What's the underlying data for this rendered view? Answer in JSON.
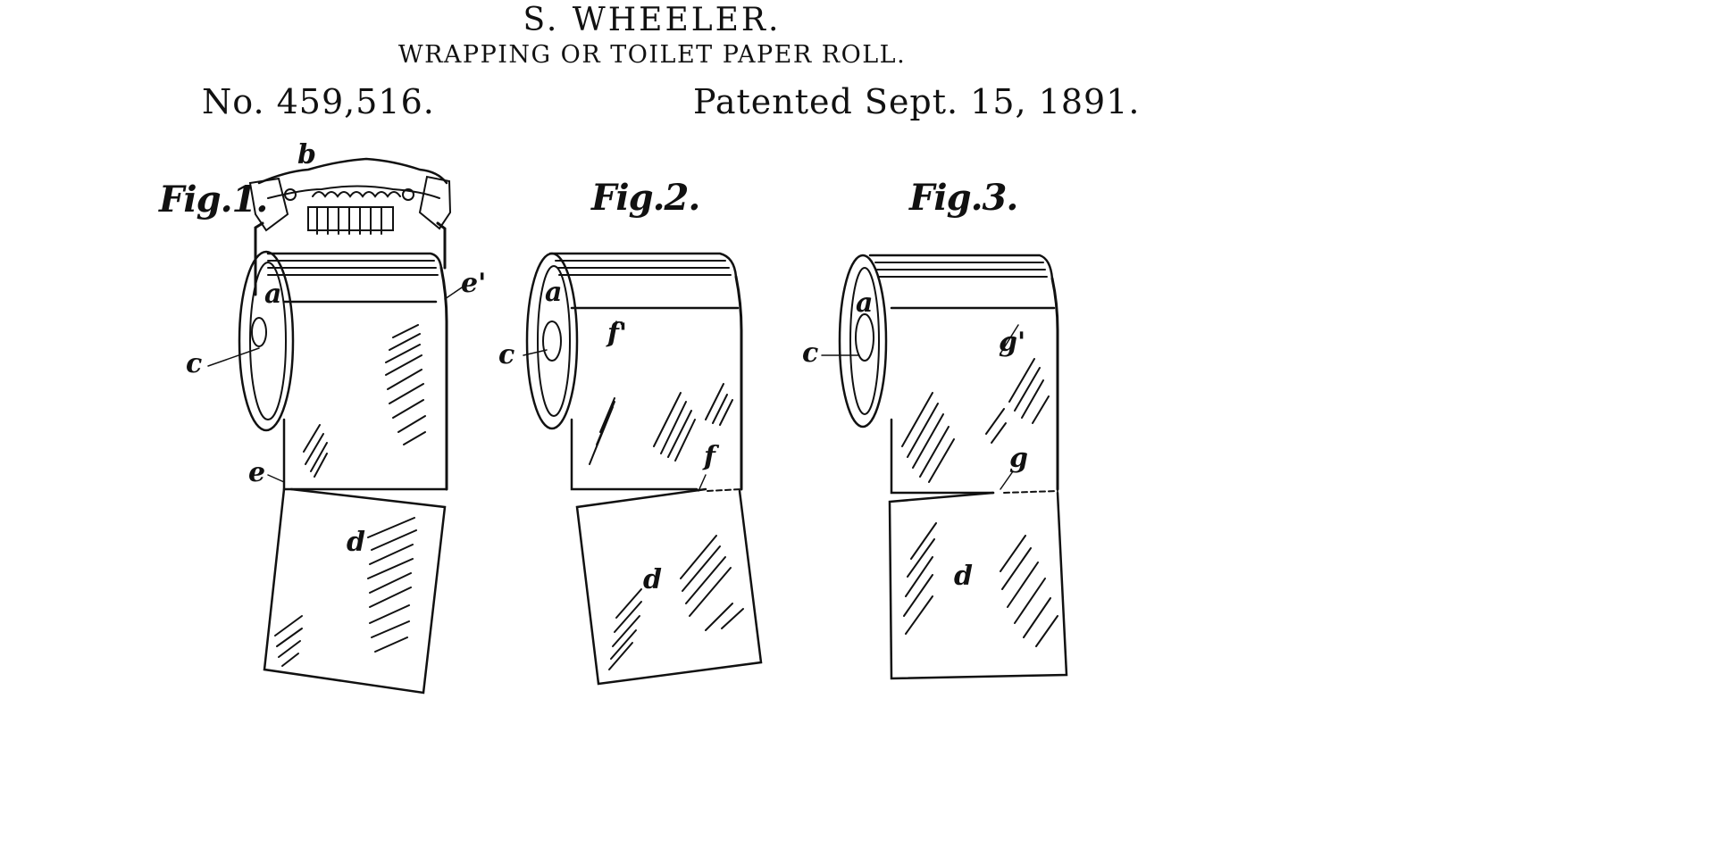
{
  "document": {
    "inventor": "S. WHEELER.",
    "title": "WRAPPING OR TOILET PAPER ROLL.",
    "patent_number": "No. 459,516.",
    "patent_date": "Patented Sept. 15, 1891."
  },
  "figures": [
    {
      "label": "Fig.1.",
      "references": {
        "a": "a",
        "b": "b",
        "c": "c",
        "d": "d",
        "e": "e",
        "e_prime": "e'"
      }
    },
    {
      "label": "Fig.2.",
      "references": {
        "a": "a",
        "c": "c",
        "d": "d",
        "f": "f",
        "f_prime": "f'"
      }
    },
    {
      "label": "Fig.3.",
      "references": {
        "a": "a",
        "c": "c",
        "d": "d",
        "g": "g",
        "g_prime": "g'"
      }
    }
  ],
  "colors": {
    "ink": "#111111",
    "paper": "#ffffff"
  }
}
